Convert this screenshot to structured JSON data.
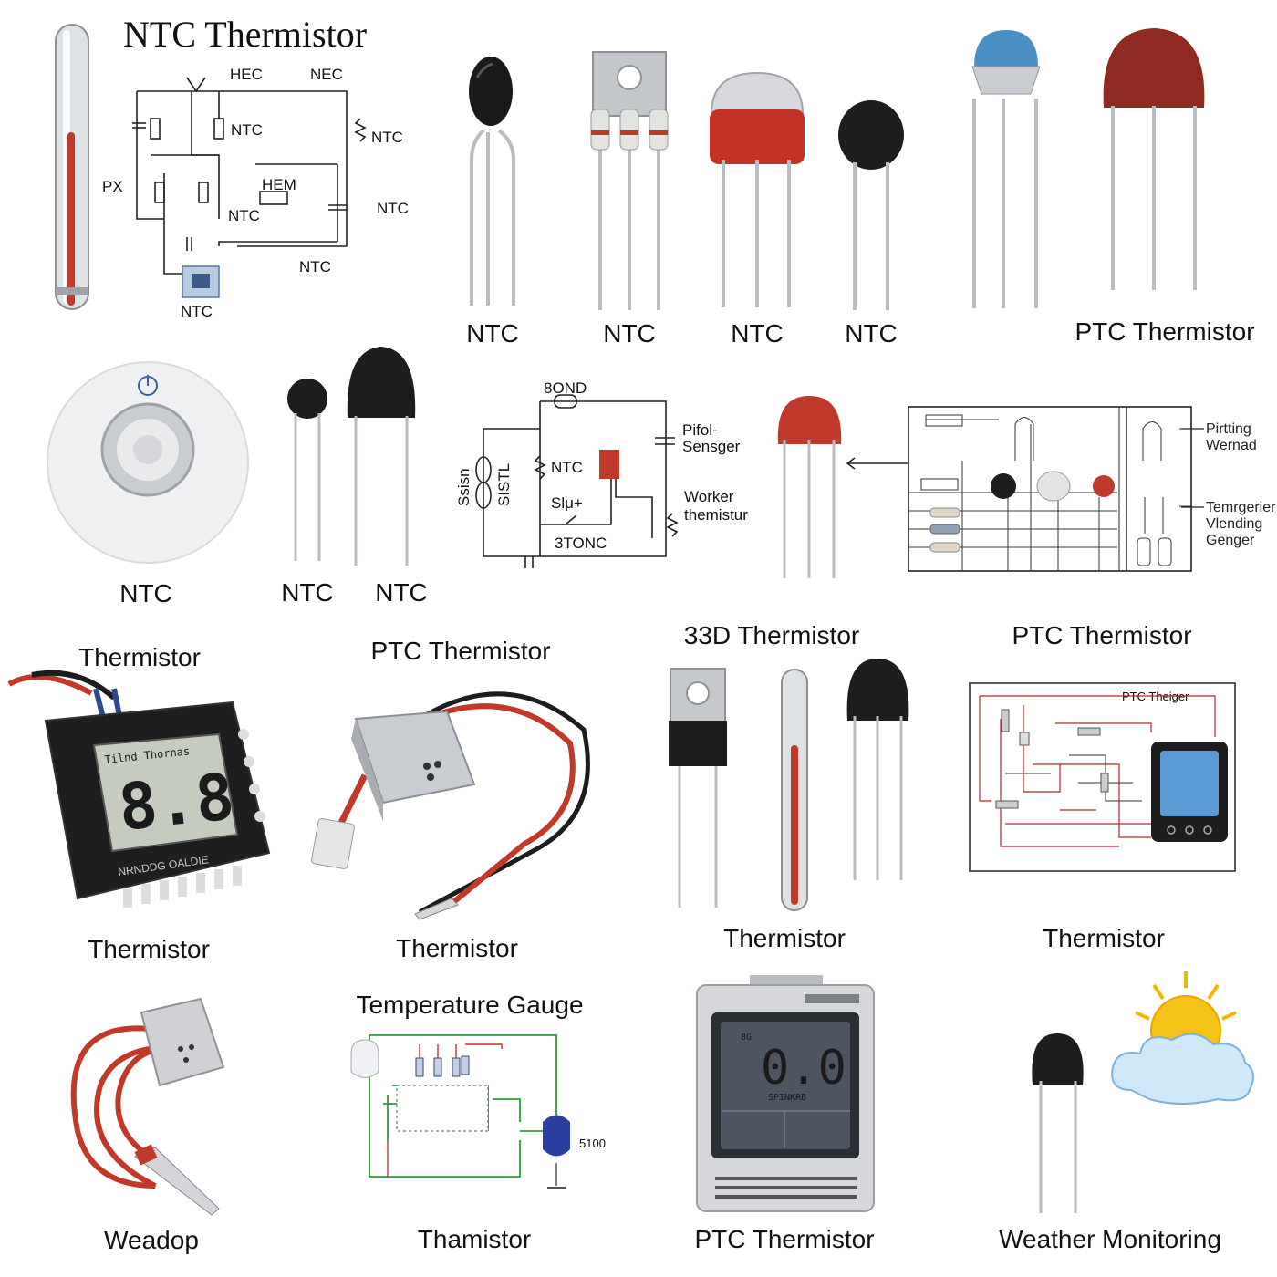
{
  "labels": {
    "title": "NTC Thermistor",
    "r1_c1": "NTC",
    "r1_c2": "NTC",
    "r1_c3": "NTC",
    "r1_c4": "NTC",
    "r1_c5": "PTC Thermistor",
    "r2_disc": "NTC",
    "r2_small": "NTC",
    "r2_large": "NTC",
    "r3_top_left": "Thermistor",
    "r3_top_mid": "PTC Thermistor",
    "r3_top_right1": "33D Thermistor",
    "r3_top_right2": "PTC Thermistor",
    "r3_bot_1": "Thermistor",
    "r3_bot_2": "Thermistor",
    "r3_bot_3": "Thermistor",
    "r3_bot_4": "Thermistor",
    "r4_top_mid": "Temperature Gauge",
    "r4_bot_1": "Weadop",
    "r4_bot_2": "Thamistor",
    "r4_bot_3": "PTC Thermistor",
    "r4_bot_4": "Weather Monitoring"
  },
  "circuit_top": {
    "hec1": "HEC",
    "hec2": "NEC",
    "ntc1": "NTC",
    "ntc2": "NTC",
    "px": "PX",
    "hem": "HEM",
    "ntc3": "NTC",
    "ntc4": "NTC",
    "ntc5": "NTC",
    "ntc6": "NTC"
  },
  "circuit_mid": {
    "bond": "8OND",
    "sensor": "Pifol-\nSensger",
    "ntc": "NTC",
    "sla": "Slμ+",
    "stonc": "3TONC",
    "worker": "Worker\nthemistur",
    "left1": "Ssisn",
    "left2": "SISTL"
  },
  "circuit_right": {
    "printing": "Pirtting\nWernad",
    "tempgen": "Temrgerier\nVlending\nGenger"
  },
  "ptc_board": {
    "title": "PTC Theiger"
  },
  "lcd_black": {
    "header": "Tilnd Thornas",
    "digits": "8.8",
    "footer": "NRNDDG OALDIE"
  },
  "lcd_silver": {
    "digits": "0.0",
    "sub": "SPINKRB",
    "top": "8G"
  },
  "gauge": {
    "label": "5100"
  },
  "colors": {
    "red": "#c0392b",
    "black": "#1d1d1d",
    "silver": "#c7c9cc",
    "blue": "#4a90c4",
    "green": "#2e9e3a"
  }
}
